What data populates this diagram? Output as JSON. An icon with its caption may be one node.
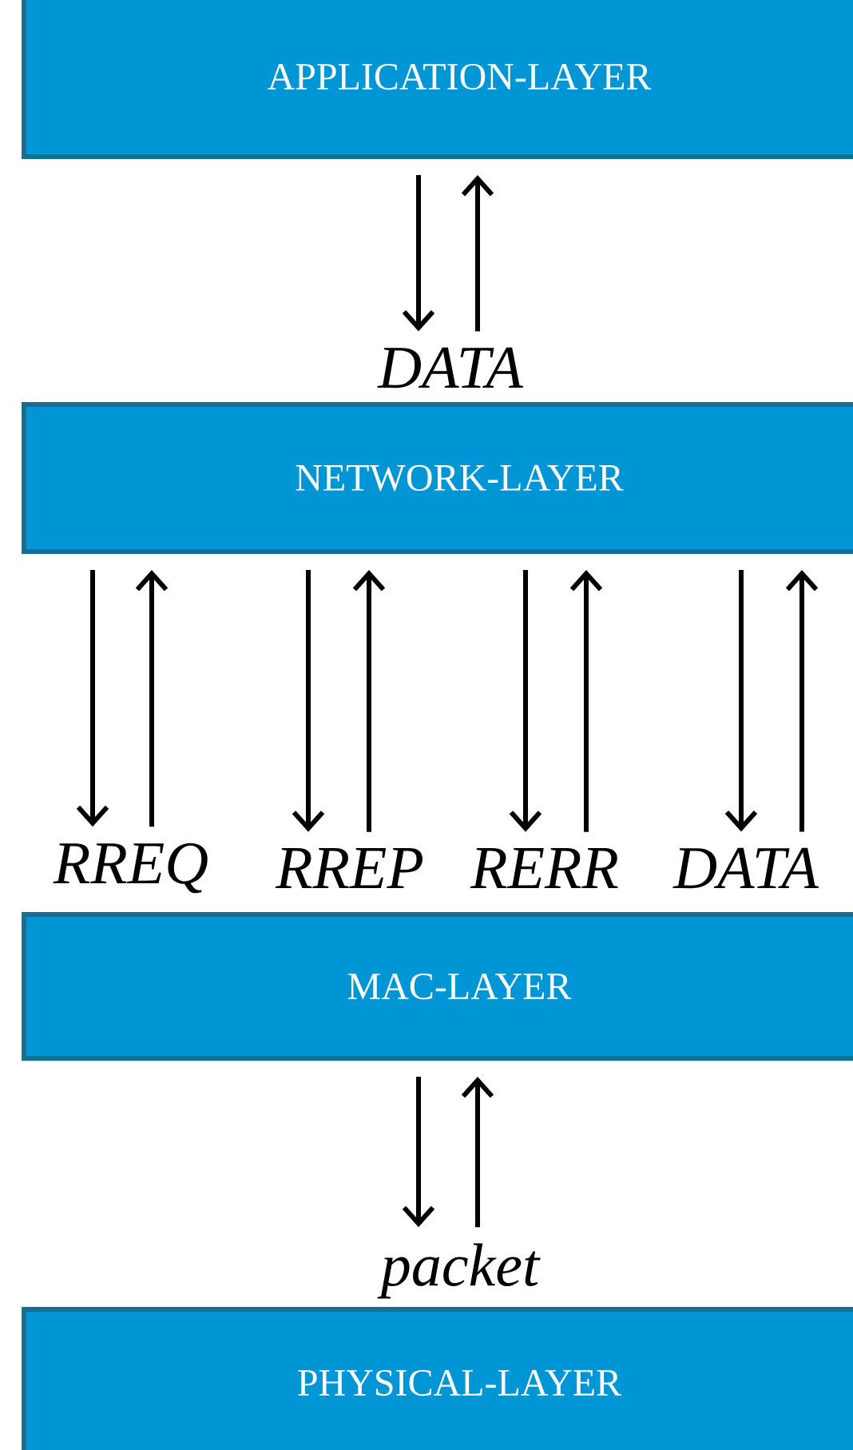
{
  "diagram": {
    "nodes": [
      {
        "text": [
          "APPLICATION-LAYER"
        ]
      },
      {
        "text": [
          "DATA"
        ]
      },
      {
        "text": [
          "NETWORK-LAYER"
        ]
      },
      {
        "text": [
          "RREQ"
        ]
      },
      {
        "text": [
          "RREP"
        ]
      },
      {
        "text": [
          "RERR"
        ]
      },
      {
        "text": [
          "DATA"
        ]
      },
      {
        "text": [
          "MAC-LAYER"
        ]
      },
      {
        "text": [
          "packet"
        ]
      },
      {
        "text": [
          "PHYSICAL-LAYER"
        ]
      }
    ],
    "edges": [
      {
        "from": 0,
        "to": 1,
        "arrow": "to"
      },
      {
        "from": 1,
        "to": 0,
        "arrow": "to"
      },
      {
        "from": 2,
        "to": 3,
        "arrow": "to"
      },
      {
        "from": 3,
        "to": 2,
        "arrow": "to"
      },
      {
        "from": 2,
        "to": 4,
        "arrow": "to"
      },
      {
        "from": 4,
        "to": 2,
        "arrow": "to"
      },
      {
        "from": 2,
        "to": 5,
        "arrow": "to"
      },
      {
        "from": 5,
        "to": 2,
        "arrow": "to"
      },
      {
        "from": 2,
        "to": 6,
        "arrow": "to"
      },
      {
        "from": 6,
        "to": 2,
        "arrow": "to"
      },
      {
        "from": 7,
        "to": 8,
        "arrow": "to"
      },
      {
        "from": 8,
        "to": 7,
        "arrow": "to"
      }
    ]
  }
}
